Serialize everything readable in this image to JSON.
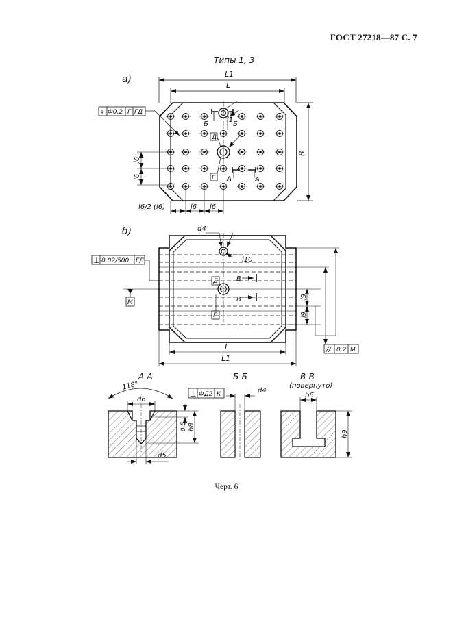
{
  "header": "ГОСТ 27218—87 С. 7",
  "types_title": "Типы 1, 3",
  "caption": "Черт. 6",
  "view_a": {
    "label": "а)",
    "dim_L1": "L1",
    "dim_L": "L",
    "dim_B": "B",
    "dim_l1": "l1",
    "dim_l6_a": "l6",
    "dim_l6_b": "l6",
    "dim_bottom_1": "l6/2 (l6)",
    "dim_bottom_2": "l6",
    "dim_bottom_3": "l6",
    "tol_symbol": "⌖",
    "tol_value": "Ф0,2",
    "tol_base1": "Г",
    "tol_base2": "ГД",
    "sec_b1": "Б",
    "sec_b2": "Б",
    "sec_a1": "А",
    "sec_a2": "А",
    "base_d": "Д",
    "base_g": "Г"
  },
  "view_b": {
    "label": "б)",
    "d4": "d4",
    "l10": "l10",
    "tol_symbol": "⊥",
    "tol_value": "0,02/500",
    "tol_base": "ГД",
    "base_m": "M",
    "base_d": "Д",
    "base_g": "Г",
    "sec_v1": "В",
    "sec_v2": "В",
    "dim_l9_a": "l9",
    "dim_l9_b": "l9",
    "dim_L": "L",
    "dim_L1": "L1",
    "par_symbol": "//",
    "par_value": "0,2",
    "par_base": "M"
  },
  "section_aa": {
    "title": "А-А",
    "angle": "118°",
    "d6": "d6",
    "d5": "d5",
    "dim_05": "0,5",
    "h8": "h8"
  },
  "section_bb": {
    "title": "Б-Б",
    "tol_symbol": "⊥",
    "tol_value": "ФД2",
    "tol_base": "К",
    "d4": "d4"
  },
  "section_vv": {
    "title": "В-В",
    "subtitle": "(повернуто)",
    "b6": "b6",
    "h9": "h9"
  }
}
